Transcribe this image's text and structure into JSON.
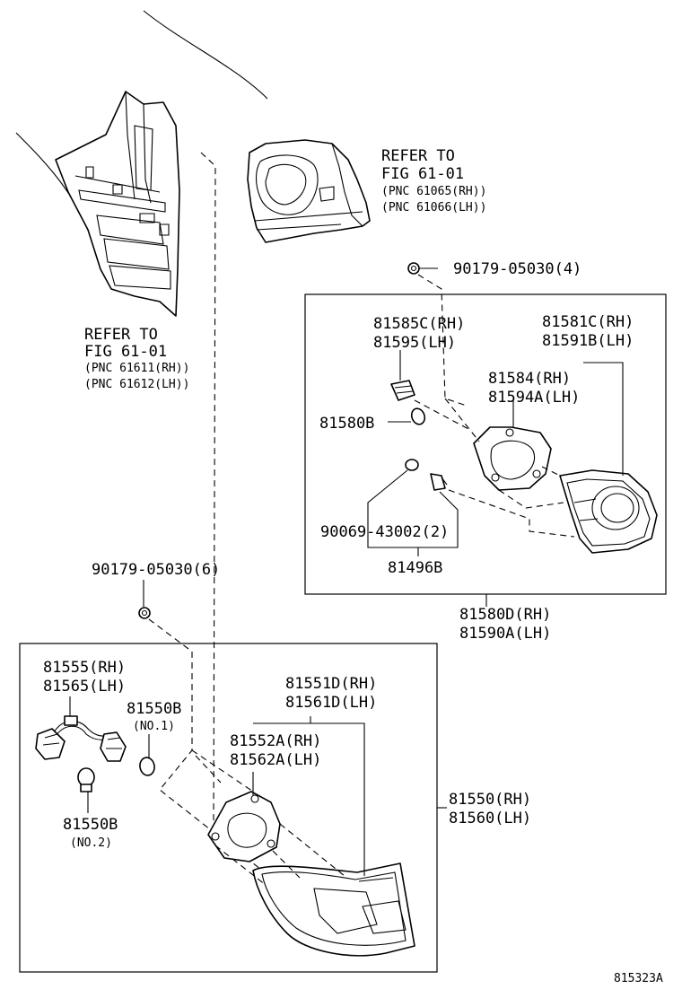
{
  "labels": {
    "refer_upper_1": "REFER TO",
    "refer_upper_2": "FIG 61-01",
    "refer_upper_3": "(PNC 61065(RH))",
    "refer_upper_4": "(PNC 61066(LH))",
    "refer_left_1": "REFER TO",
    "refer_left_2": "FIG 61-01",
    "refer_left_3": "(PNC 61611(RH))",
    "refer_left_4": "(PNC 61612(LH))",
    "screw_upper": "90179-05030(4)",
    "p81585c": "81585C(RH)",
    "p81595": "81595(LH)",
    "p81581c": "81581C(RH)",
    "p81591b": "81591B(LH)",
    "p81584": "81584(RH)",
    "p81594a": "81594A(LH)",
    "p81580b": "81580B",
    "p90069": "90069-43002(2)",
    "p81496b": "81496B",
    "p81580d": "81580D(RH)",
    "p81590a": "81590A(LH)",
    "screw_lower": "90179-05030(6)",
    "p81555": "81555(RH)",
    "p81565": "81565(LH)",
    "p81550b_no1": "81550B",
    "no1": "(NO.1)",
    "p81551d": "81551D(RH)",
    "p81561d": "81561D(LH)",
    "p81552a": "81552A(RH)",
    "p81562a": "81562A(LH)",
    "p81550b_no2": "81550B",
    "no2": "(NO.2)",
    "p81550": "81550(RH)",
    "p81560": "81560(LH)",
    "fig_id": "815323A"
  }
}
